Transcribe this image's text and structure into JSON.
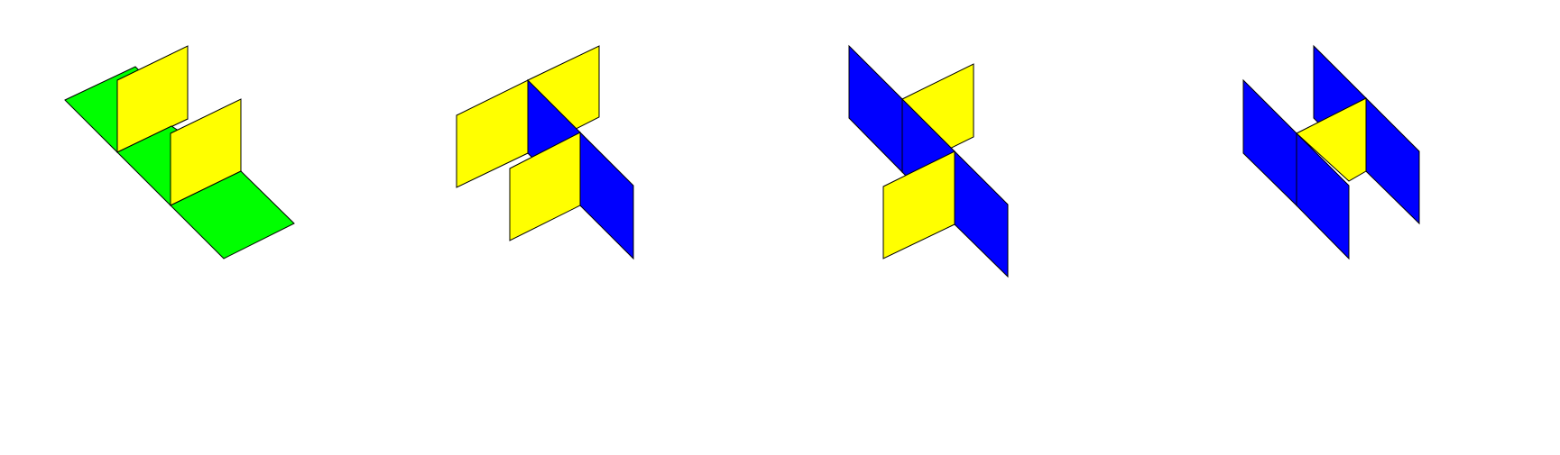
{
  "colors": {
    "background": "#ffffff",
    "green": "#00ff00",
    "yellow": "#ffff00",
    "blue": "#0000ff",
    "outline": "#000000"
  },
  "figures": [
    {
      "name": "figure-1",
      "faces": [
        {
          "name": "green-floor-panel-1",
          "color": "green"
        },
        {
          "name": "yellow-wall-panel-1",
          "color": "yellow"
        },
        {
          "name": "green-floor-panel-2",
          "color": "green"
        },
        {
          "name": "yellow-wall-panel-2",
          "color": "yellow"
        },
        {
          "name": "green-floor-panel-3",
          "color": "green"
        }
      ]
    },
    {
      "name": "figure-2",
      "faces": [
        {
          "name": "yellow-panel-upper-left",
          "color": "yellow"
        },
        {
          "name": "yellow-panel-upper-right",
          "color": "yellow"
        },
        {
          "name": "blue-panel-center",
          "color": "blue"
        },
        {
          "name": "yellow-panel-lower",
          "color": "yellow"
        },
        {
          "name": "blue-panel-lower-right",
          "color": "blue"
        }
      ]
    },
    {
      "name": "figure-3",
      "faces": [
        {
          "name": "blue-panel-upper-left",
          "color": "blue"
        },
        {
          "name": "yellow-panel-upper",
          "color": "yellow"
        },
        {
          "name": "blue-panel-center",
          "color": "blue"
        },
        {
          "name": "yellow-panel-lower",
          "color": "yellow"
        },
        {
          "name": "blue-panel-lower-right",
          "color": "blue"
        }
      ]
    },
    {
      "name": "figure-4",
      "faces": [
        {
          "name": "blue-panel-back-top",
          "color": "blue"
        },
        {
          "name": "blue-panel-back-right",
          "color": "blue"
        },
        {
          "name": "blue-panel-front-left",
          "color": "blue"
        },
        {
          "name": "yellow-panel-center",
          "color": "yellow"
        },
        {
          "name": "blue-panel-front-center",
          "color": "blue"
        }
      ]
    }
  ]
}
